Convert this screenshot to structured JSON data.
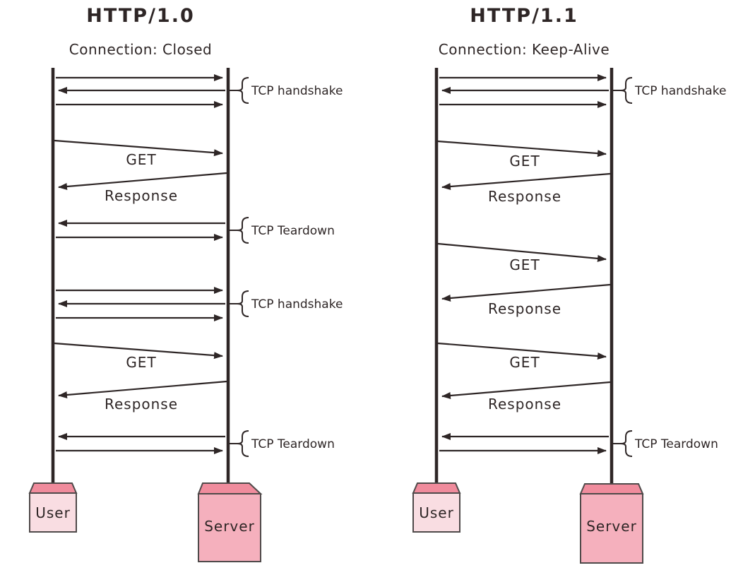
{
  "panels": [
    {
      "title": "HTTP/1.0",
      "subtitle": "Connection: Closed",
      "annotations": {
        "handshake_1": "TCP handshake",
        "teardown_1": "TCP Teardown",
        "handshake_2": "TCP handshake",
        "teardown_2": "TCP Teardown"
      },
      "messages": {
        "get_1": "GET",
        "response_1": "Response",
        "get_2": "GET",
        "response_2": "Response"
      },
      "actors": {
        "user": "User",
        "server": "Server"
      }
    },
    {
      "title": "HTTP/1.1",
      "subtitle": "Connection: Keep-Alive",
      "annotations": {
        "handshake_1": "TCP handshake",
        "teardown_1": "TCP Teardown"
      },
      "messages": {
        "get_1": "GET",
        "response_1": "Response",
        "get_2": "GET",
        "response_2": "Response",
        "get_3": "GET",
        "response_3": "Response"
      },
      "actors": {
        "user": "User",
        "server": "Server"
      }
    }
  ],
  "colors": {
    "ink": "#2e2626",
    "box_border": "#4f4a4a",
    "user_box_top": "#f08b9c",
    "user_box_body": "#f9dde2",
    "server_box_top": "#f08c9d",
    "server_box_body": "#f5b0bd",
    "background": "#ffffff"
  }
}
